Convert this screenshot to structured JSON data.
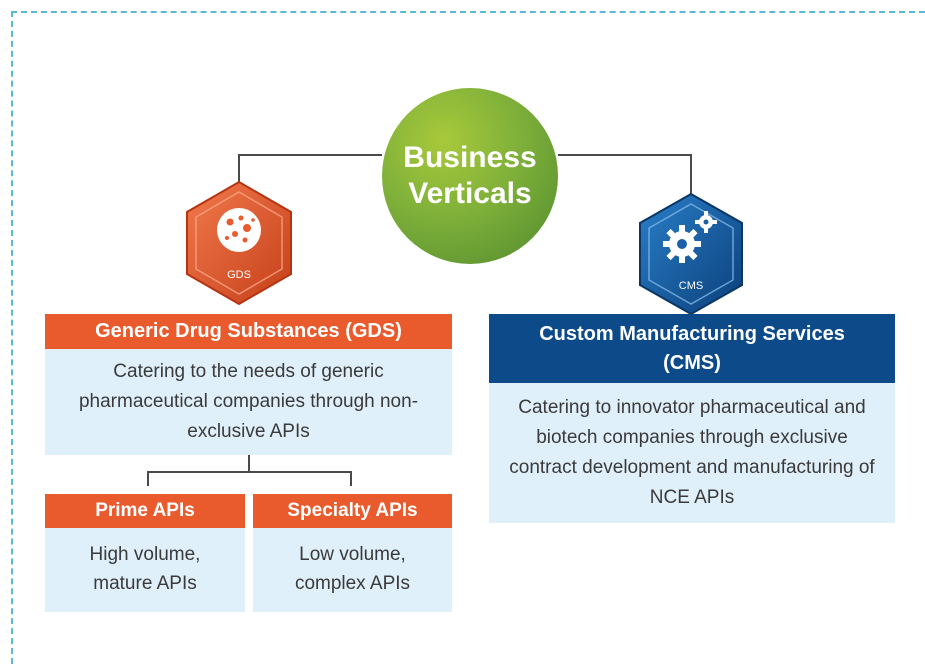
{
  "hub": {
    "title": "Business\nVerticals"
  },
  "gds": {
    "badge": "GDS",
    "title": "Generic Drug Substances (GDS)",
    "description": "Catering to the needs of generic pharmaceutical companies through non-exclusive APIs",
    "icon": "molecule-dots-icon",
    "sub": [
      {
        "title": "Prime APIs",
        "description": "High volume, mature APIs"
      },
      {
        "title": "Specialty APIs",
        "description": "Low volume, complex APIs"
      }
    ]
  },
  "cms": {
    "badge": "CMS",
    "title": "Custom Manufacturing Services (CMS)",
    "description": "Catering to innovator pharmaceutical and biotech companies through exclusive contract development and manufacturing of NCE APIs",
    "icon": "gears-icon"
  },
  "colors": {
    "orange": "#e95a2d",
    "blue": "#0d4a8a",
    "green": "#7fb03a",
    "light": "#e0f0fb",
    "frame": "#5bb8d6"
  }
}
